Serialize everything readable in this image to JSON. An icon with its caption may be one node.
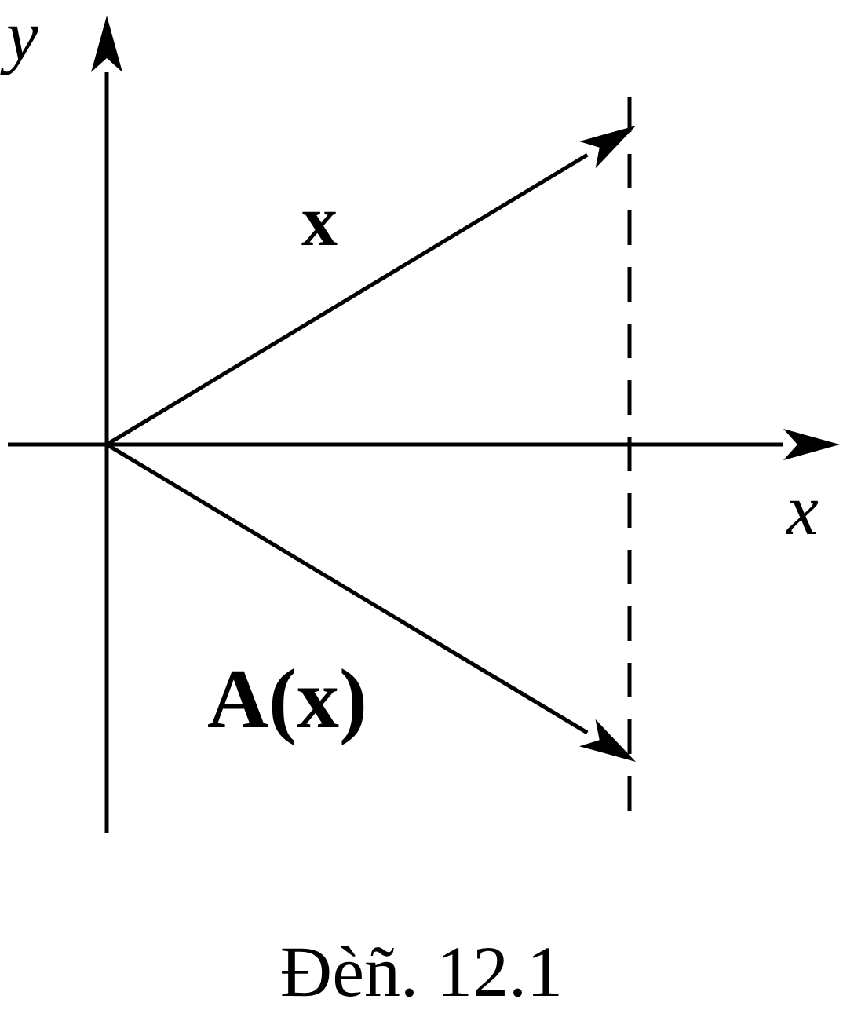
{
  "diagram": {
    "caption": "Đèñ. 12.1",
    "labels": [
      "y",
      "x",
      "x",
      "A(x)"
    ]
  }
}
